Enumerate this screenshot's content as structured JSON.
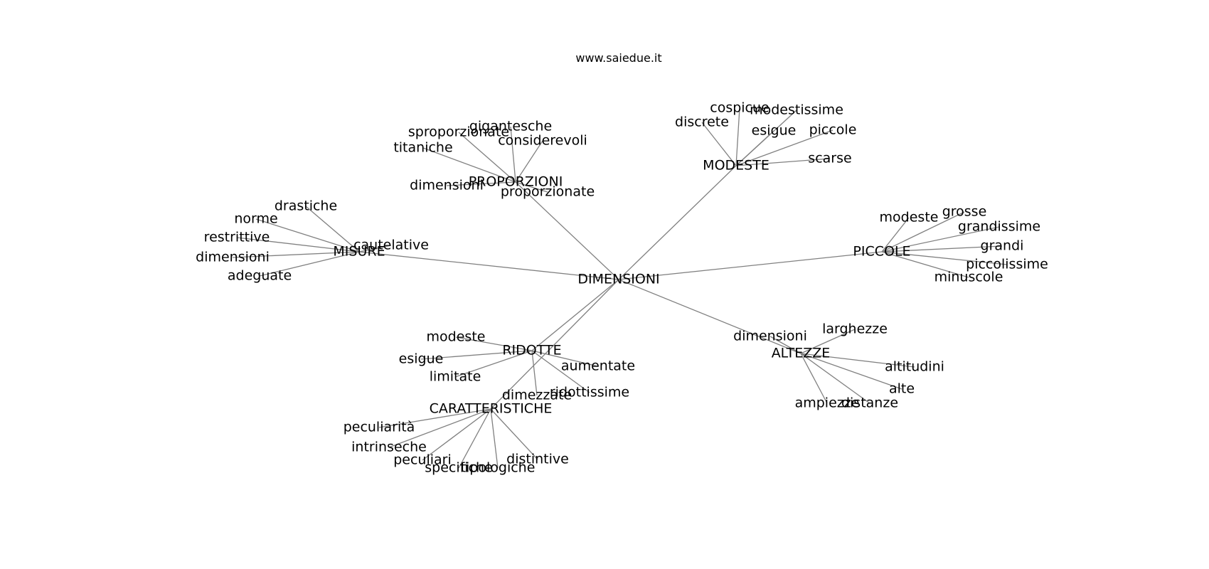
{
  "site": "www.saiedue.it",
  "colors": {
    "edge": "#808080",
    "text": "#000000",
    "background": "#ffffff"
  },
  "graph": {
    "root": "DIMENSIONI",
    "hubs": [
      {
        "id": "proporzioni",
        "label": "PROPORZIONI",
        "children": [
          "sproporzionate",
          "gigantesche",
          "considerevoli",
          "titaniche",
          "dimensioni",
          "proporzionate"
        ]
      },
      {
        "id": "modeste",
        "label": "MODESTE",
        "children": [
          "cospicue",
          "modestissime",
          "discrete",
          "esigue",
          "piccole",
          "scarse"
        ]
      },
      {
        "id": "misure",
        "label": "MISURE",
        "children": [
          "drastiche",
          "norme",
          "restrittive",
          "cautelative",
          "dimensioni",
          "adeguate"
        ]
      },
      {
        "id": "piccole",
        "label": "PICCOLE",
        "children": [
          "modeste",
          "grosse",
          "grandissime",
          "grandi",
          "piccolissime",
          "minuscole"
        ]
      },
      {
        "id": "ridotte",
        "label": "RIDOTTE",
        "children": [
          "modeste",
          "esigue",
          "limitate",
          "aumentate",
          "dimezzate",
          "ridottissime"
        ]
      },
      {
        "id": "altezze",
        "label": "ALTEZZE",
        "children": [
          "dimensioni",
          "larghezze",
          "altitudini",
          "alte",
          "ampiezze",
          "distanze"
        ]
      },
      {
        "id": "caratteristiche",
        "label": "CARATTERISTICHE",
        "children": [
          "peculiarità",
          "intrinseche",
          "peculiari",
          "specifiche",
          "tipologiche",
          "distintive"
        ]
      }
    ]
  }
}
